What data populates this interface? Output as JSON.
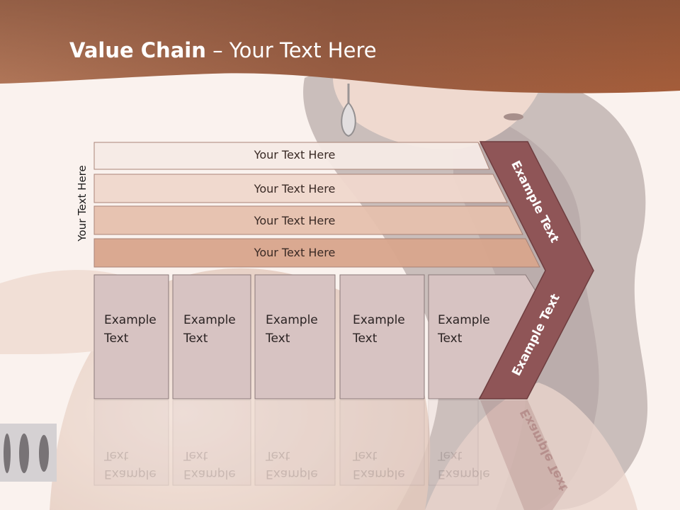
{
  "title": {
    "bold": "Value Chain",
    "rest": " – Your Text Here"
  },
  "side_label": "Your Text Here",
  "rows": [
    "Your Text Here",
    "Your Text Here",
    "Your Text Here",
    "Your Text Here"
  ],
  "boxes": [
    "Example Text",
    "Example Text",
    "Example Text",
    "Example Text",
    "Example Text"
  ],
  "chevron": {
    "upper": "Example Text",
    "lower": "Example Text"
  },
  "colors": {
    "header": "#a0603f",
    "chevron": "#8f5557",
    "box_fill": "#d7c3c2"
  }
}
